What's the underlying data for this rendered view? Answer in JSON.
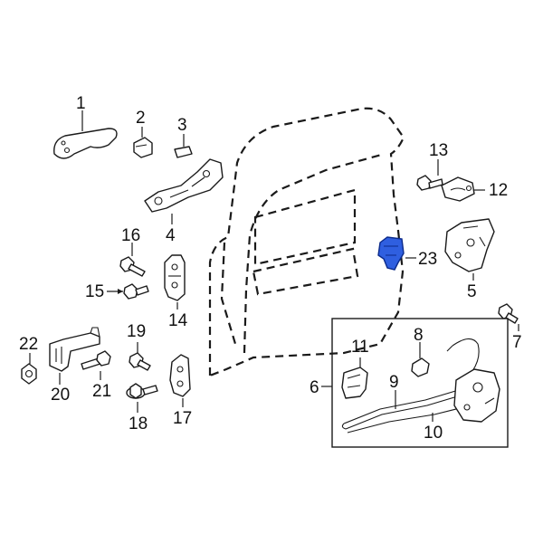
{
  "diagram": {
    "highlight_color": "#2f5fe0",
    "callouts": {
      "c1": "1",
      "c2": "2",
      "c3": "3",
      "c4": "4",
      "c5": "5",
      "c6": "6",
      "c7": "7",
      "c8": "8",
      "c9": "9",
      "c10": "10",
      "c11": "11",
      "c12": "12",
      "c13": "13",
      "c14": "14",
      "c15": "15",
      "c16": "16",
      "c17": "17",
      "c18": "18",
      "c19": "19",
      "c20": "20",
      "c21": "21",
      "c22": "22",
      "c23": "23"
    }
  }
}
